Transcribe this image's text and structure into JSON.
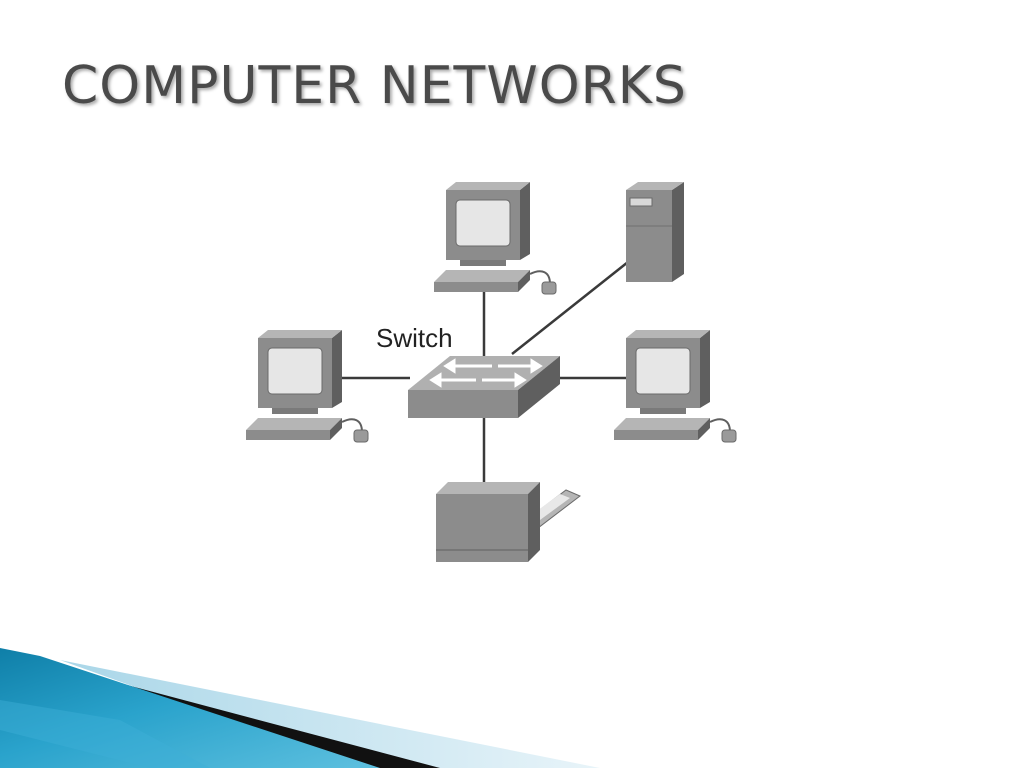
{
  "slide": {
    "title": "COMPUTER NETWORKS"
  },
  "diagram": {
    "hub": {
      "label": "Switch",
      "icon": "network-switch-icon"
    },
    "nodes": [
      {
        "id": "pc-top",
        "icon": "desktop-computer-icon"
      },
      {
        "id": "server",
        "icon": "server-tower-icon"
      },
      {
        "id": "pc-left",
        "icon": "desktop-computer-icon"
      },
      {
        "id": "pc-right",
        "icon": "desktop-computer-icon"
      },
      {
        "id": "printer",
        "icon": "printer-icon"
      }
    ],
    "links": [
      {
        "from": "switch",
        "to": "pc-top"
      },
      {
        "from": "switch",
        "to": "server"
      },
      {
        "from": "switch",
        "to": "pc-left"
      },
      {
        "from": "switch",
        "to": "pc-right"
      },
      {
        "from": "switch",
        "to": "printer"
      }
    ]
  },
  "colors": {
    "device_body": "#8c8c8c",
    "device_dark": "#5f5f5f",
    "device_light": "#b5b5b5",
    "screen": "#e6e6e6",
    "link": "#3a3a3a",
    "accent_blue": "#1a8fb8",
    "accent_light_blue": "#cfe8f2"
  }
}
